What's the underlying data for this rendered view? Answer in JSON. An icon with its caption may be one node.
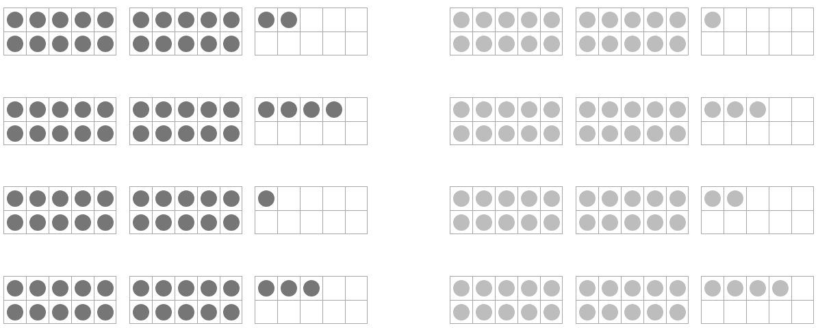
{
  "diagram": {
    "nodes": [
      {
        "text": [],
        "shape": "box"
      },
      {
        "text": [],
        "shape": "circle",
        "in": 0
      },
      {
        "text": [],
        "shape": "circle",
        "in": 0
      },
      {
        "text": [],
        "shape": "circle",
        "in": 0
      },
      {
        "text": [],
        "shape": "circle",
        "in": 0
      },
      {
        "text": [],
        "shape": "circle",
        "in": 0
      },
      {
        "text": [],
        "shape": "circle",
        "in": 0
      },
      {
        "text": [],
        "shape": "circle",
        "in": 0
      },
      {
        "text": [],
        "shape": "circle",
        "in": 0
      },
      {
        "text": [],
        "shape": "circle",
        "in": 0
      },
      {
        "text": [],
        "shape": "circle",
        "in": 0
      },
      {
        "text": [],
        "shape": "box"
      },
      {
        "text": [],
        "shape": "circle",
        "in": 11
      },
      {
        "text": [],
        "shape": "circle",
        "in": 11
      },
      {
        "text": [],
        "shape": "circle",
        "in": 11
      },
      {
        "text": [],
        "shape": "circle",
        "in": 11
      },
      {
        "text": [],
        "shape": "circle",
        "in": 11
      },
      {
        "text": [],
        "shape": "circle",
        "in": 11
      },
      {
        "text": [],
        "shape": "circle",
        "in": 11
      },
      {
        "text": [],
        "shape": "circle",
        "in": 11
      },
      {
        "text": [],
        "shape": "circle",
        "in": 11
      },
      {
        "text": [],
        "shape": "circle",
        "in": 11
      },
      {
        "text": [],
        "shape": "box"
      },
      {
        "text": [],
        "shape": "circle",
        "in": 22
      },
      {
        "text": [],
        "shape": "circle",
        "in": 22
      },
      {
        "text": [],
        "shape": "box"
      },
      {
        "text": [],
        "shape": "circle",
        "in": 25
      },
      {
        "text": [],
        "shape": "circle",
        "in": 25
      },
      {
        "text": [],
        "shape": "circle",
        "in": 25
      },
      {
        "text": [],
        "shape": "circle",
        "in": 25
      },
      {
        "text": [],
        "shape": "circle",
        "in": 25
      },
      {
        "text": [],
        "shape": "circle",
        "in": 25
      },
      {
        "text": [],
        "shape": "circle",
        "in": 25
      },
      {
        "text": [],
        "shape": "circle",
        "in": 25
      },
      {
        "text": [],
        "shape": "circle",
        "in": 25
      },
      {
        "text": [],
        "shape": "circle",
        "in": 25
      },
      {
        "text": [],
        "shape": "box"
      },
      {
        "text": [],
        "shape": "circle",
        "in": 36
      },
      {
        "text": [],
        "shape": "circle",
        "in": 36
      },
      {
        "text": [],
        "shape": "circle",
        "in": 36
      },
      {
        "text": [],
        "shape": "circle",
        "in": 36
      },
      {
        "text": [],
        "shape": "circle",
        "in": 36
      },
      {
        "text": [],
        "shape": "circle",
        "in": 36
      },
      {
        "text": [],
        "shape": "circle",
        "in": 36
      },
      {
        "text": [],
        "shape": "circle",
        "in": 36
      },
      {
        "text": [],
        "shape": "circle",
        "in": 36
      },
      {
        "text": [],
        "shape": "circle",
        "in": 36
      },
      {
        "text": [],
        "shape": "box"
      },
      {
        "text": [],
        "shape": "circle",
        "in": 47
      },
      {
        "text": [],
        "shape": "box"
      },
      {
        "text": [],
        "shape": "circle",
        "in": 49
      },
      {
        "text": [],
        "shape": "circle",
        "in": 49
      },
      {
        "text": [],
        "shape": "circle",
        "in": 49
      },
      {
        "text": [],
        "shape": "circle",
        "in": 49
      },
      {
        "text": [],
        "shape": "circle",
        "in": 49
      },
      {
        "text": [],
        "shape": "circle",
        "in": 49
      },
      {
        "text": [],
        "shape": "circle",
        "in": 49
      },
      {
        "text": [],
        "shape": "circle",
        "in": 49
      },
      {
        "text": [],
        "shape": "circle",
        "in": 49
      },
      {
        "text": [],
        "shape": "circle",
        "in": 49
      },
      {
        "text": [],
        "shape": "box"
      },
      {
        "text": [],
        "shape": "circle",
        "in": 60
      },
      {
        "text": [],
        "shape": "circle",
        "in": 60
      },
      {
        "text": [],
        "shape": "circle",
        "in": 60
      },
      {
        "text": [],
        "shape": "circle",
        "in": 60
      },
      {
        "text": [],
        "shape": "circle",
        "in": 60
      },
      {
        "text": [],
        "shape": "circle",
        "in": 60
      },
      {
        "text": [],
        "shape": "circle",
        "in": 60
      },
      {
        "text": [],
        "shape": "circle",
        "in": 60
      },
      {
        "text": [],
        "shape": "circle",
        "in": 60
      },
      {
        "text": [],
        "shape": "circle",
        "in": 60
      },
      {
        "text": [],
        "shape": "box"
      },
      {
        "text": [],
        "shape": "circle",
        "in": 71
      },
      {
        "text": [],
        "shape": "circle",
        "in": 71
      },
      {
        "text": [],
        "shape": "circle",
        "in": 71
      },
      {
        "text": [],
        "shape": "circle",
        "in": 71
      },
      {
        "text": [],
        "shape": "box"
      },
      {
        "text": [],
        "shape": "circle",
        "in": 76
      },
      {
        "text": [],
        "shape": "circle",
        "in": 76
      },
      {
        "text": [],
        "shape": "circle",
        "in": 76
      },
      {
        "text": [],
        "shape": "circle",
        "in": 76
      },
      {
        "text": [],
        "shape": "circle",
        "in": 76
      },
      {
        "text": [],
        "shape": "circle",
        "in": 76
      },
      {
        "text": [],
        "shape": "circle",
        "in": 76
      },
      {
        "text": [],
        "shape": "circle",
        "in": 76
      },
      {
        "text": [],
        "shape": "circle",
        "in": 76
      },
      {
        "text": [],
        "shape": "circle",
        "in": 76
      },
      {
        "text": [],
        "shape": "box"
      },
      {
        "text": [],
        "shape": "circle",
        "in": 87
      },
      {
        "text": [],
        "shape": "circle",
        "in": 87
      },
      {
        "text": [],
        "shape": "circle",
        "in": 87
      },
      {
        "text": [],
        "shape": "circle",
        "in": 87
      },
      {
        "text": [],
        "shape": "circle",
        "in": 87
      },
      {
        "text": [],
        "shape": "circle",
        "in": 87
      },
      {
        "text": [],
        "shape": "circle",
        "in": 87
      },
      {
        "text": [],
        "shape": "circle",
        "in": 87
      },
      {
        "text": [],
        "shape": "circle",
        "in": 87
      },
      {
        "text": [],
        "shape": "circle",
        "in": 87
      },
      {
        "text": [],
        "shape": "box"
      },
      {
        "text": [],
        "shape": "circle",
        "in": 98
      },
      {
        "text": [],
        "shape": "circle",
        "in": 98
      },
      {
        "text": [],
        "shape": "circle",
        "in": 98
      },
      {
        "text": [],
        "shape": "box"
      },
      {
        "text": [],
        "shape": "circle",
        "in": 102
      },
      {
        "text": [],
        "shape": "circle",
        "in": 102
      },
      {
        "text": [],
        "shape": "circle",
        "in": 102
      },
      {
        "text": [],
        "shape": "circle",
        "in": 102
      },
      {
        "text": [],
        "shape": "circle",
        "in": 102
      },
      {
        "text": [],
        "shape": "circle",
        "in": 102
      },
      {
        "text": [],
        "shape": "circle",
        "in": 102
      },
      {
        "text": [],
        "shape": "circle",
        "in": 102
      },
      {
        "text": [],
        "shape": "circle",
        "in": 102
      },
      {
        "text": [],
        "shape": "circle",
        "in": 102
      },
      {
        "text": [],
        "shape": "box"
      },
      {
        "text": [],
        "shape": "circle",
        "in": 113
      },
      {
        "text": [],
        "shape": "circle",
        "in": 113
      },
      {
        "text": [],
        "shape": "circle",
        "in": 113
      },
      {
        "text": [],
        "shape": "circle",
        "in": 113
      },
      {
        "text": [],
        "shape": "circle",
        "in": 113
      },
      {
        "text": [],
        "shape": "circle",
        "in": 113
      },
      {
        "text": [],
        "shape": "circle",
        "in": 113
      },
      {
        "text": [],
        "shape": "circle",
        "in": 113
      },
      {
        "text": [],
        "shape": "circle",
        "in": 113
      },
      {
        "text": [],
        "shape": "circle",
        "in": 113
      },
      {
        "text": [],
        "shape": "box"
      },
      {
        "text": [],
        "shape": "circle",
        "in": 124
      },
      {
        "text": [],
        "shape": "box"
      },
      {
        "text": [],
        "shape": "circle",
        "in": 126
      },
      {
        "text": [],
        "shape": "circle",
        "in": 126
      },
      {
        "text": [],
        "shape": "circle",
        "in": 126
      },
      {
        "text": [],
        "shape": "circle",
        "in": 126
      },
      {
        "text": [],
        "shape": "circle",
        "in": 126
      },
      {
        "text": [],
        "shape": "circle",
        "in": 126
      },
      {
        "text": [],
        "shape": "circle",
        "in": 126
      },
      {
        "text": [],
        "shape": "circle",
        "in": 126
      },
      {
        "text": [],
        "shape": "circle",
        "in": 126
      },
      {
        "text": [],
        "shape": "circle",
        "in": 126
      },
      {
        "text": [],
        "shape": "box"
      },
      {
        "text": [],
        "shape": "circle",
        "in": 137
      },
      {
        "text": [],
        "shape": "circle",
        "in": 137
      },
      {
        "text": [],
        "shape": "circle",
        "in": 137
      },
      {
        "text": [],
        "shape": "circle",
        "in": 137
      },
      {
        "text": [],
        "shape": "circle",
        "in": 137
      },
      {
        "text": [],
        "shape": "circle",
        "in": 137
      },
      {
        "text": [],
        "shape": "circle",
        "in": 137
      },
      {
        "text": [],
        "shape": "circle",
        "in": 137
      },
      {
        "text": [],
        "shape": "circle",
        "in": 137
      },
      {
        "text": [],
        "shape": "circle",
        "in": 137
      },
      {
        "text": [],
        "shape": "box"
      },
      {
        "text": [],
        "shape": "circle",
        "in": 148
      },
      {
        "text": [],
        "shape": "circle",
        "in": 148
      },
      {
        "text": [],
        "shape": "box"
      },
      {
        "text": [],
        "shape": "circle",
        "in": 151
      },
      {
        "text": [],
        "shape": "circle",
        "in": 151
      },
      {
        "text": [],
        "shape": "circle",
        "in": 151
      },
      {
        "text": [],
        "shape": "circle",
        "in": 151
      },
      {
        "text": [],
        "shape": "circle",
        "in": 151
      },
      {
        "text": [],
        "shape": "circle",
        "in": 151
      },
      {
        "text": [],
        "shape": "circle",
        "in": 151
      },
      {
        "text": [],
        "shape": "circle",
        "in": 151
      },
      {
        "text": [],
        "shape": "circle",
        "in": 151
      },
      {
        "text": [],
        "shape": "circle",
        "in": 151
      },
      {
        "text": [],
        "shape": "box"
      },
      {
        "text": [],
        "shape": "circle",
        "in": 162
      },
      {
        "text": [],
        "shape": "circle",
        "in": 162
      },
      {
        "text": [],
        "shape": "circle",
        "in": 162
      },
      {
        "text": [],
        "shape": "circle",
        "in": 162
      },
      {
        "text": [],
        "shape": "circle",
        "in": 162
      },
      {
        "text": [],
        "shape": "circle",
        "in": 162
      },
      {
        "text": [],
        "shape": "circle",
        "in": 162
      },
      {
        "text": [],
        "shape": "circle",
        "in": 162
      },
      {
        "text": [],
        "shape": "circle",
        "in": 162
      },
      {
        "text": [],
        "shape": "circle",
        "in": 162
      },
      {
        "text": [],
        "shape": "box"
      },
      {
        "text": [],
        "shape": "circle",
        "in": 173
      },
      {
        "text": [],
        "shape": "circle",
        "in": 173
      },
      {
        "text": [],
        "shape": "circle",
        "in": 173
      },
      {
        "text": [],
        "shape": "box"
      },
      {
        "text": [],
        "shape": "circle",
        "in": 177
      },
      {
        "text": [],
        "shape": "circle",
        "in": 177
      },
      {
        "text": [],
        "shape": "circle",
        "in": 177
      },
      {
        "text": [],
        "shape": "circle",
        "in": 177
      },
      {
        "text": [],
        "shape": "circle",
        "in": 177
      },
      {
        "text": [],
        "shape": "circle",
        "in": 177
      },
      {
        "text": [],
        "shape": "circle",
        "in": 177
      },
      {
        "text": [],
        "shape": "circle",
        "in": 177
      },
      {
        "text": [],
        "shape": "circle",
        "in": 177
      },
      {
        "text": [],
        "shape": "circle",
        "in": 177
      },
      {
        "text": [],
        "shape": "box"
      },
      {
        "text": [],
        "shape": "circle",
        "in": 188
      },
      {
        "text": [],
        "shape": "circle",
        "in": 188
      },
      {
        "text": [],
        "shape": "circle",
        "in": 188
      },
      {
        "text": [],
        "shape": "circle",
        "in": 188
      },
      {
        "text": [],
        "shape": "circle",
        "in": 188
      },
      {
        "text": [],
        "shape": "circle",
        "in": 188
      },
      {
        "text": [],
        "shape": "circle",
        "in": 188
      },
      {
        "text": [],
        "shape": "circle",
        "in": 188
      },
      {
        "text": [],
        "shape": "circle",
        "in": 188
      },
      {
        "text": [],
        "shape": "circle",
        "in": 188
      },
      {
        "text": [],
        "shape": "box"
      },
      {
        "text": [],
        "shape": "circle",
        "in": 199
      },
      {
        "text": [],
        "shape": "circle",
        "in": 199
      },
      {
        "text": [],
        "shape": "circle",
        "in": 199
      },
      {
        "text": [],
        "shape": "circle",
        "in": 199
      }
    ]
  }
}
